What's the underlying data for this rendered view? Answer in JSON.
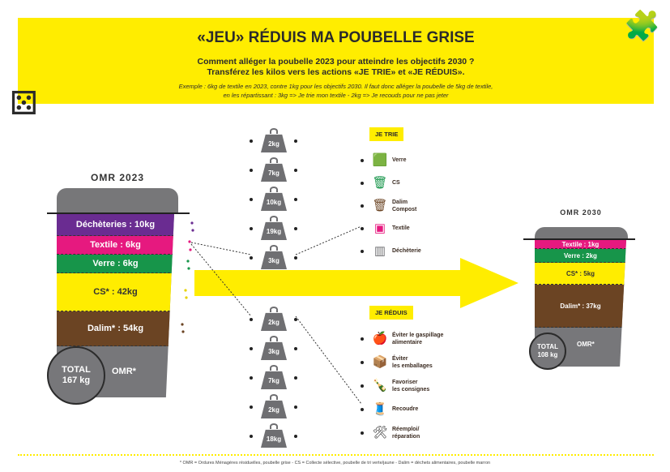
{
  "header": {
    "title": "«JEU» RÉDUIS MA POUBELLE GRISE",
    "question": "Comment alléger la poubelle 2023 pour atteindre les objectifs 2030 ?",
    "instruction": "Transférez les kilos vers les actions «JE TRIE» et «JE RÉDUIS».",
    "example_line1": "Exemple : 6kg de textile en 2023, contre 1kg pour les objectifs 2030. Il faut donc alléger la poubelle de 5kg de textile,",
    "example_line2": "en les répartissant : 3kg => Je trie mon textile - 2kg => Je recouds pour ne pas jeter"
  },
  "bin2023": {
    "title": "OMR 2023",
    "rows": [
      {
        "label": "Déchèteries : 10kg",
        "color": "#6a2c91"
      },
      {
        "label": "Textile : 6kg",
        "color": "#e6197f"
      },
      {
        "label": "Verre : 6kg",
        "color": "#17954a"
      },
      {
        "label": "CS* : 42kg",
        "color": "#ffed00"
      },
      {
        "label": "Dalim* : 54kg",
        "color": "#6b4423"
      }
    ],
    "omr": "OMR*",
    "total_line1": "TOTAL",
    "total_line2": "167 kg"
  },
  "bin2030": {
    "title": "OMR 2030",
    "rows": [
      {
        "label": "Textile : 1kg",
        "color": "#e6197f"
      },
      {
        "label": "Verre : 2kg",
        "color": "#17954a"
      },
      {
        "label": "CS* : 5kg",
        "color": "#ffed00"
      },
      {
        "label": "Dalim* : 37kg",
        "color": "#6b4423"
      }
    ],
    "omr": "OMR*",
    "total_line1": "TOTAL",
    "total_line2": "108 kg"
  },
  "weights_top": [
    "2kg",
    "7kg",
    "10kg",
    "19kg",
    "3kg"
  ],
  "weights_bottom": [
    "2kg",
    "3kg",
    "7kg",
    "2kg",
    "18kg"
  ],
  "je_trie": {
    "label": "JE TRIE",
    "items": [
      {
        "icon": "glass-bin-icon",
        "label1": "Verre",
        "label2": ""
      },
      {
        "icon": "cs-bin-icon",
        "label1": "CS",
        "label2": ""
      },
      {
        "icon": "compost-bin-icon",
        "label1": "Dalim",
        "label2": "Compost"
      },
      {
        "icon": "textile-container-icon",
        "label1": "Textile",
        "label2": ""
      },
      {
        "icon": "dumpster-icon",
        "label1": "Déchèterie",
        "label2": ""
      }
    ]
  },
  "je_reduis": {
    "label": "JE RÉDUIS",
    "items": [
      {
        "icon": "food-waste-icon",
        "label1": "Éviter le gaspillage",
        "label2": "alimentaire"
      },
      {
        "icon": "packaging-icon",
        "label1": "Éviter",
        "label2": "les emballages"
      },
      {
        "icon": "bottle-icon",
        "label1": "Favoriser",
        "label2": "les consignes"
      },
      {
        "icon": "thread-spool-icon",
        "label1": "Recoudre",
        "label2": ""
      },
      {
        "icon": "tools-icon",
        "label1": "Réemploi/",
        "label2": "réparation"
      }
    ]
  },
  "footnote": "* OMR = Ordures Ménagères résiduelles, poubelle grise - CS = Collecte sélective, poubelle de tri verte/jaune - Dalim = déchets alimentaires, poubelle marron"
}
